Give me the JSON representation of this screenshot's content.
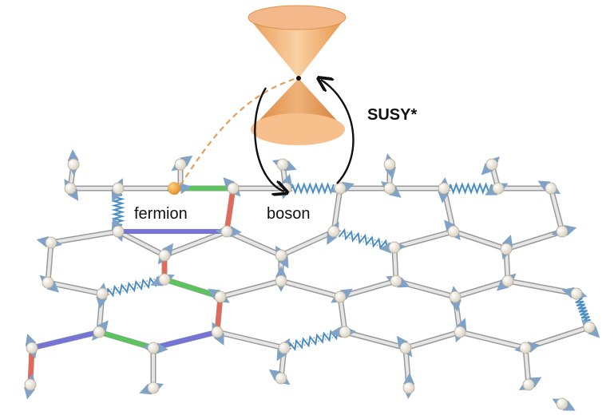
{
  "labels": {
    "fermion": "fermion",
    "boson": "boson",
    "susy": "SUSY*"
  },
  "colors": {
    "bond": "#c9c9c9",
    "bond_edge": "#9a9a9a",
    "site": "#f4efe6",
    "spin_arrow": "#8fb0d0",
    "spring": "#4a8ec2",
    "bond_red": "#e26a5a",
    "bond_green": "#5cc45c",
    "bond_blue": "#7575d8",
    "fermion_dot": "#f0a030",
    "cone_light": "#f8c99a",
    "cone_dark": "#d9863e",
    "dashed_link": "#e0a060",
    "arrow": "#111111"
  },
  "icons": {
    "lattice": "honeycomb-lattice",
    "cone": "dirac-cone",
    "rotation": "circular-arrows"
  }
}
